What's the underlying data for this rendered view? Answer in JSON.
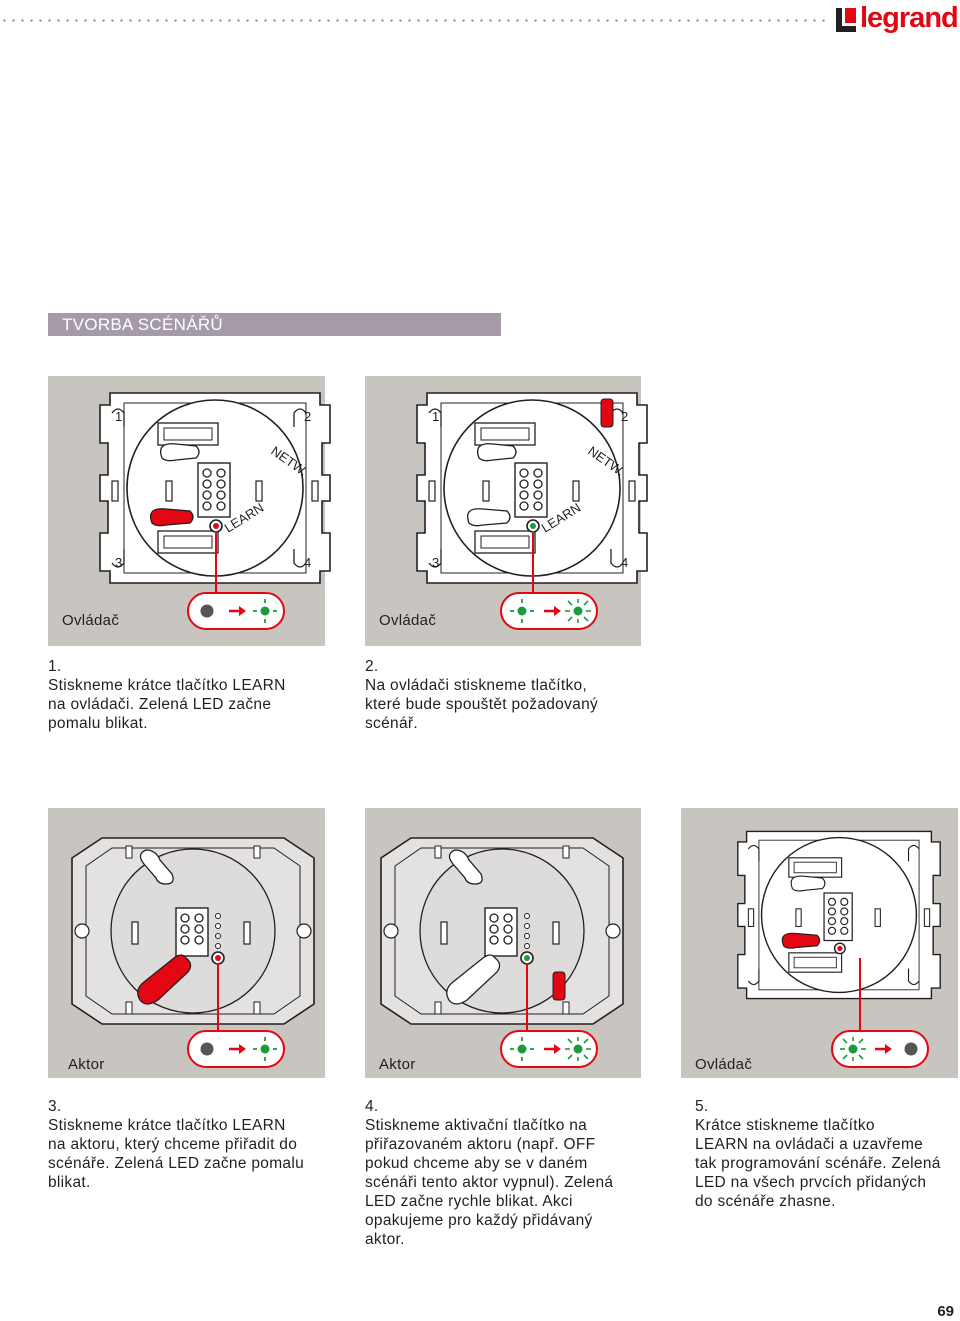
{
  "header": {
    "brand": "legrand"
  },
  "section": {
    "title": "TVORBA SCÉNÁŘŮ"
  },
  "diagram_labels": {
    "netw": "NETW.",
    "learn": "LEARN",
    "t1": "1",
    "t2": "2",
    "t3": "3",
    "t4": "4"
  },
  "panels": [
    {
      "label": "Ovládač"
    },
    {
      "label": "Ovládač"
    },
    {
      "label": "Aktor"
    },
    {
      "label": "Aktor"
    },
    {
      "label": "Ovládač"
    }
  ],
  "steps": [
    {
      "number": "1.",
      "text": "Stiskneme krátce tlačítko LEARN\nna ovládači. Zelená LED začne\npomalu blikat."
    },
    {
      "number": "2.",
      "text": "Na ovládači stiskneme tlačítko,\nkteré bude spouštět požadovaný\nscénář."
    },
    {
      "number": "3.",
      "text": "Stiskneme krátce tlačítko LEARN\nna aktoru, který chceme přiřadit do\nscénáře. Zelená LED začne pomalu\nblikat."
    },
    {
      "number": "4.",
      "text": "Stiskneme aktivační tlačítko na\npřiřazovaném aktoru (např. OFF\npokud chceme aby se v daném\nscénáři tento aktor vypnul). Zelená\nLED začne rychle blikat. Akci\nopakujeme pro každý přidávaný\naktor."
    },
    {
      "number": "5.",
      "text": "Krátce stiskneme tlačítko\nLEARN na ovládači a uzavřeme\ntak programování scénáře. Zelená\nLED na všech prvcích přidaných\ndo scénáře zhasne."
    }
  ],
  "page_number": "69",
  "colors": {
    "accent": "#e30613",
    "led_green": "#1a9b3c",
    "panel_bg": "#c8c4bf",
    "title_bar": "#a59aa8"
  }
}
